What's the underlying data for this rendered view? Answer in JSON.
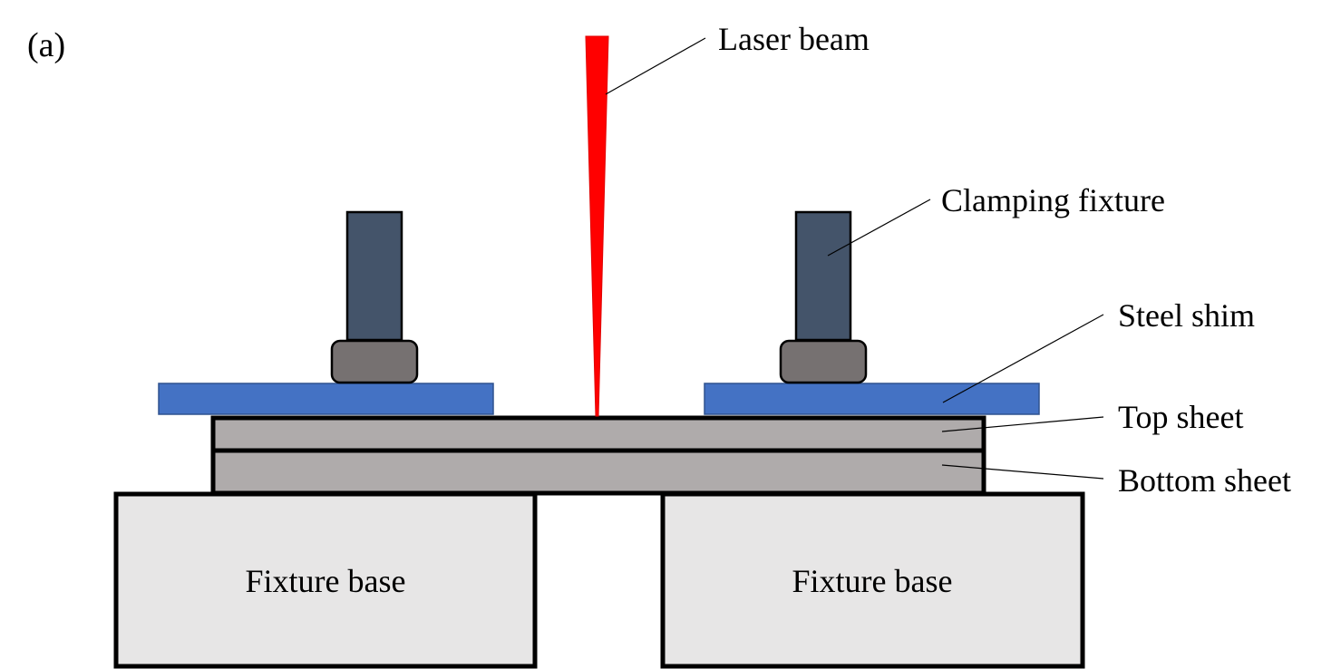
{
  "figure": {
    "panel_label": "(a)",
    "labels": {
      "laser_beam": "Laser beam",
      "clamping_fixture": "Clamping fixture",
      "steel_shim": "Steel shim",
      "top_sheet": "Top sheet",
      "bottom_sheet": "Bottom sheet",
      "fixture_base_left": "Fixture base",
      "fixture_base_right": "Fixture base"
    },
    "colors": {
      "laser": "#ff0000",
      "clamp_post": "#44546a",
      "clamp_pad": "#767171",
      "steel_shim": "#4472c4",
      "steel_shim_border": "#2f528f",
      "sheet": "#afabab",
      "fixture_base": "#e7e6e6",
      "outline": "#000000"
    }
  }
}
